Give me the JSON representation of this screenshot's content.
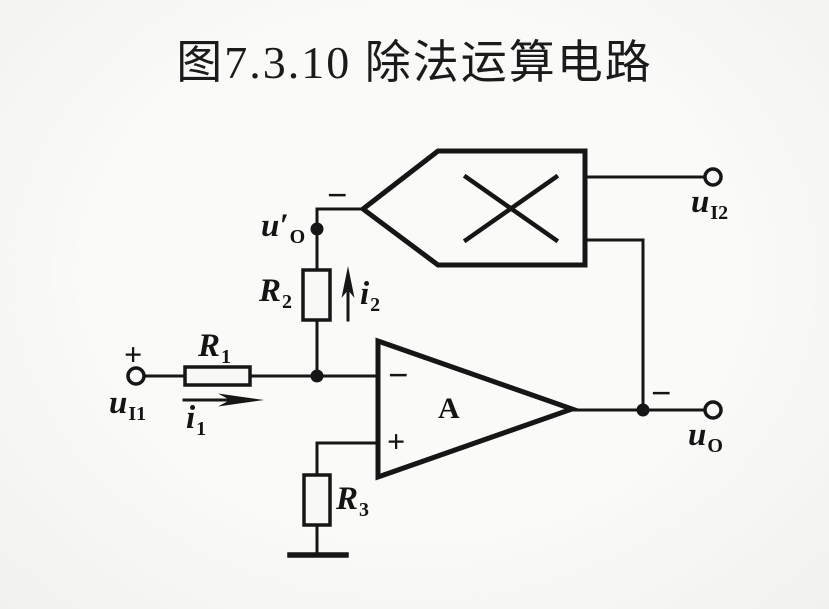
{
  "title": "图7.3.10 除法运算电路",
  "colors": {
    "ink": "#161616",
    "background": "#f8f8f6"
  },
  "labels": {
    "input1_plus": "+",
    "input1": {
      "base": "u",
      "sub": "I1"
    },
    "r1": {
      "base": "R",
      "sub": "1"
    },
    "i1": {
      "base": "i",
      "sub": "1"
    },
    "r2": {
      "base": "R",
      "sub": "2"
    },
    "i2": {
      "base": "i",
      "sub": "2"
    },
    "r3": {
      "base": "R",
      "sub": "3"
    },
    "uo_prime": {
      "base": "u′",
      "sub": "O"
    },
    "mult_input_minus": "−",
    "opamp": {
      "minus": "−",
      "plus": "+",
      "gain": "A"
    },
    "input2": {
      "base": "u",
      "sub": "I2"
    },
    "output_minus": "−",
    "output": {
      "base": "u",
      "sub": "O"
    }
  }
}
